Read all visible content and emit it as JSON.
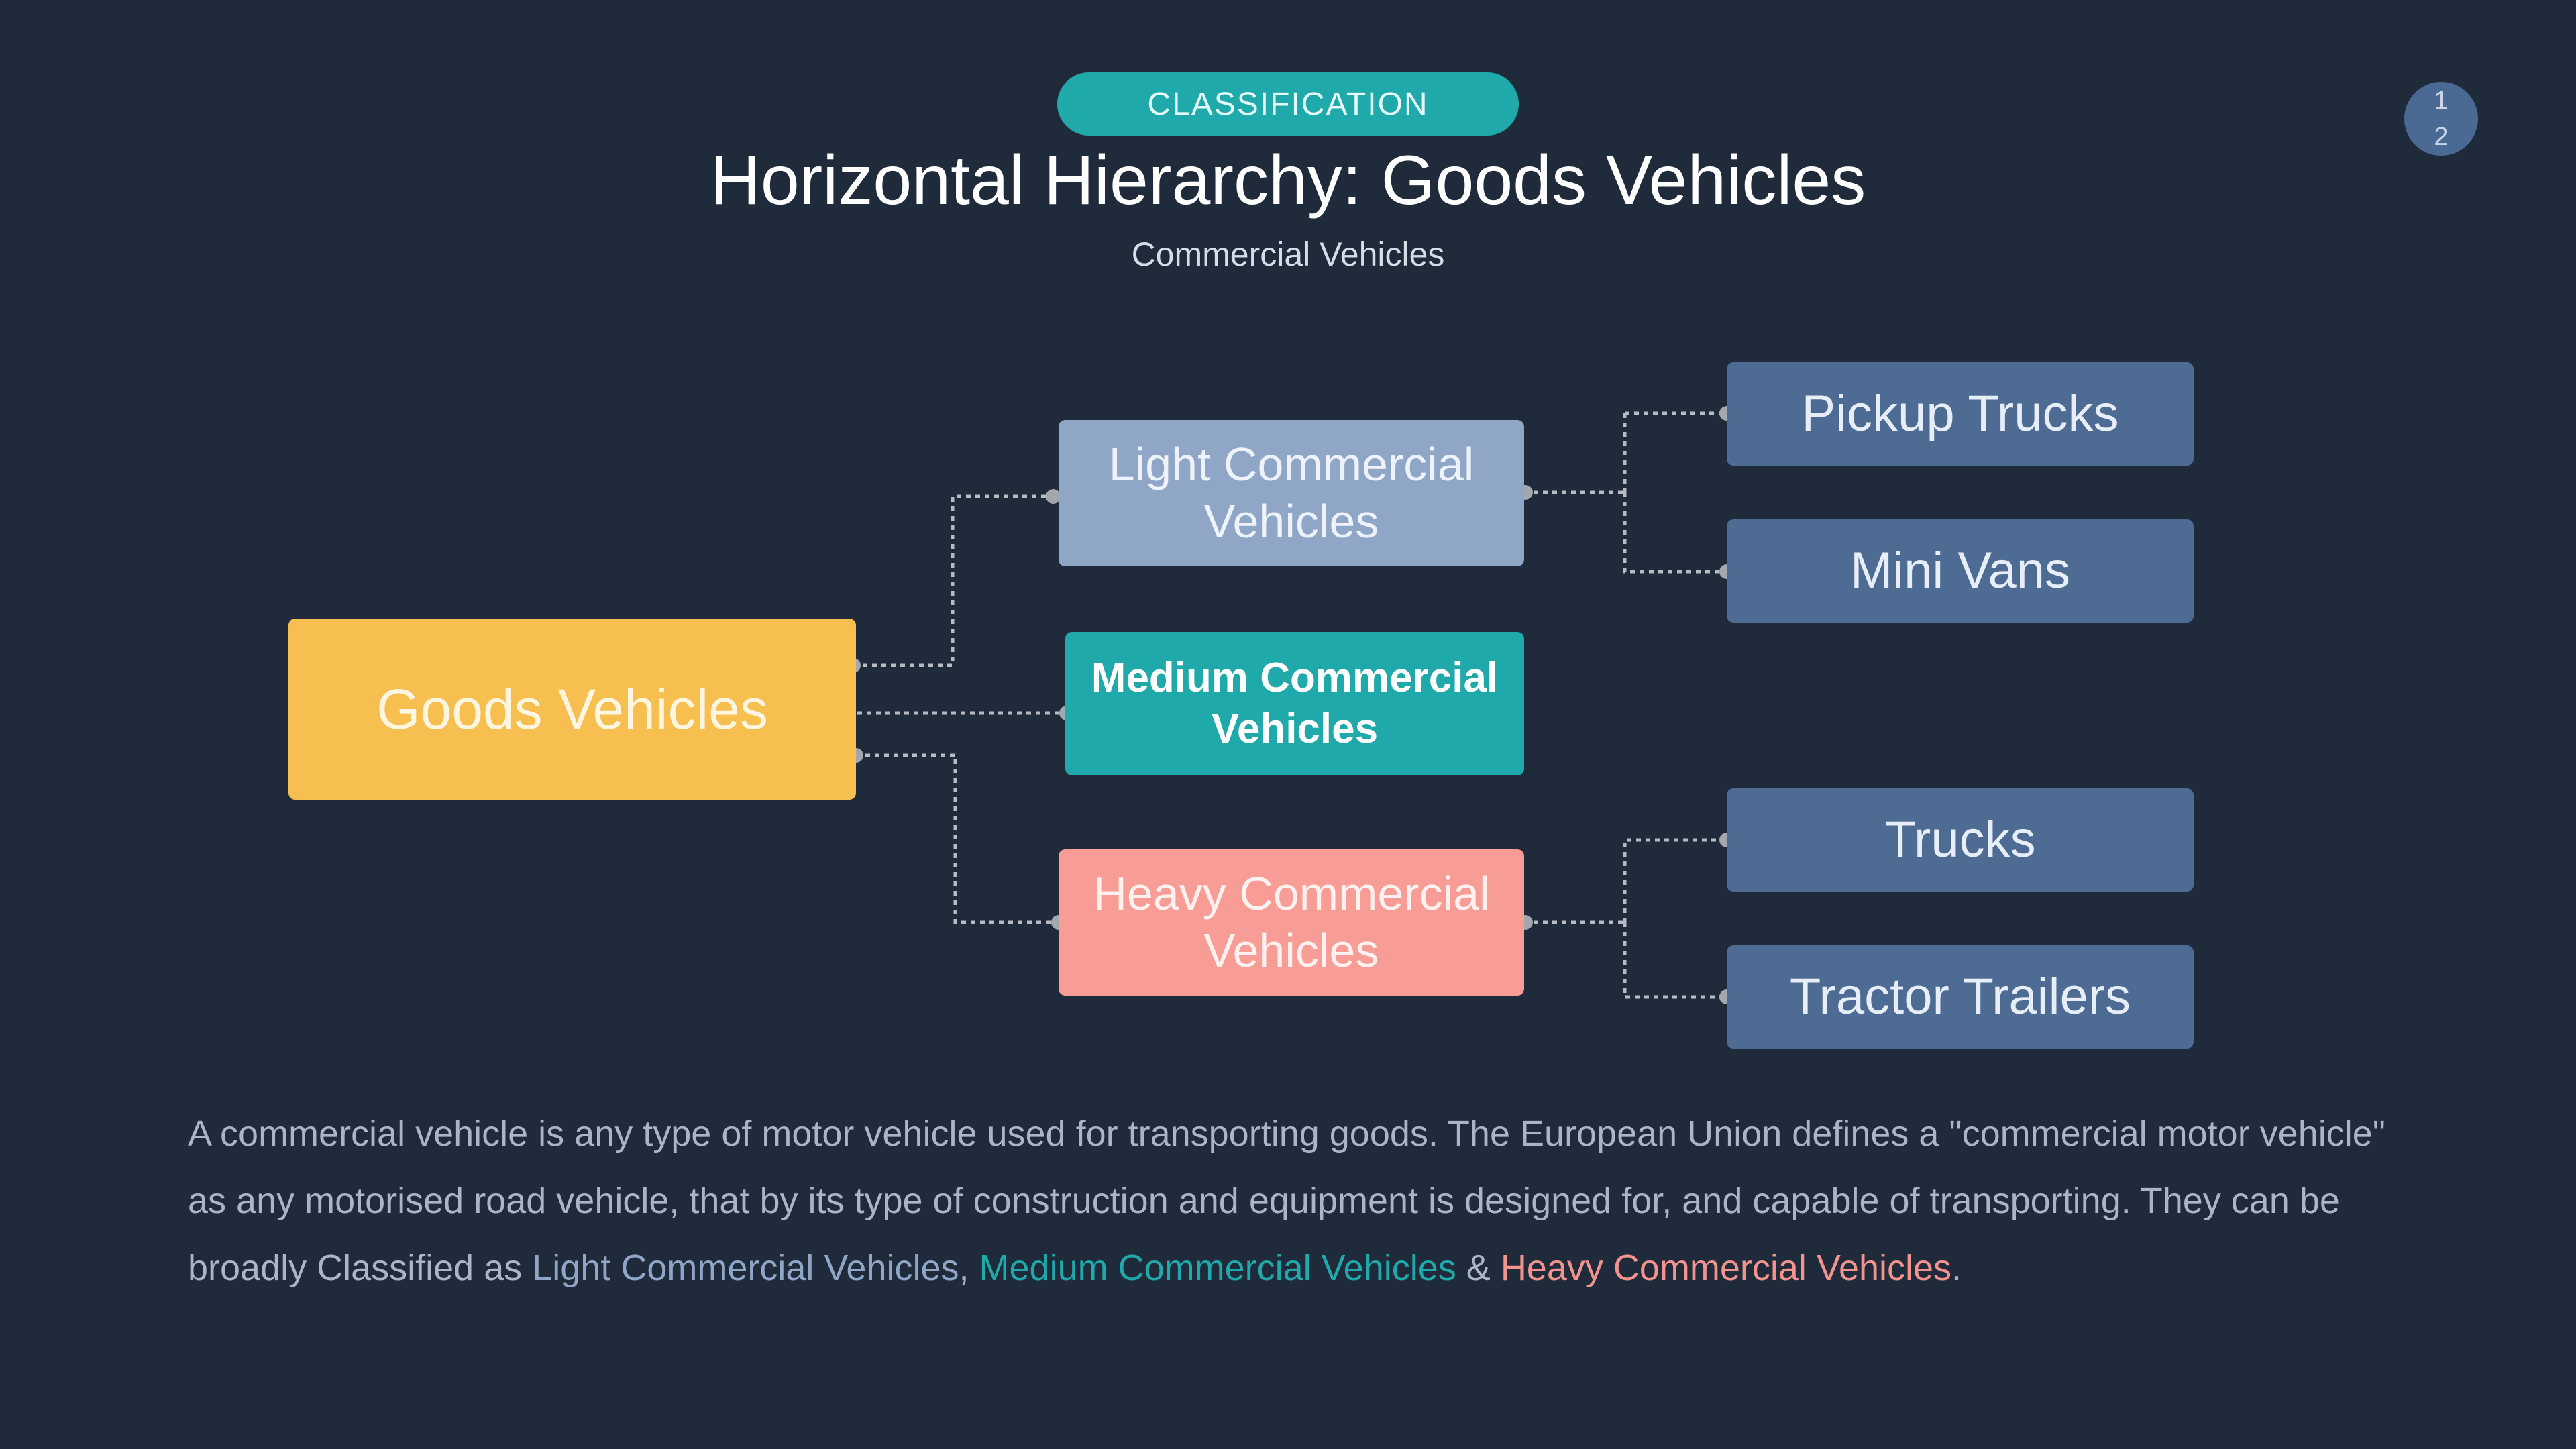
{
  "header": {
    "tag": "CLASSIFICATION",
    "title": "Horizontal Hierarchy: Goods Vehicles",
    "subtitle": "Commercial Vehicles"
  },
  "page_badge": {
    "line1": "1",
    "line2": "2"
  },
  "diagram": {
    "root": "Goods Vehicles",
    "branches": [
      {
        "label": "Light Commercial Vehicles",
        "children": [
          "Pickup Trucks",
          "Mini Vans"
        ]
      },
      {
        "label": "Medium Commercial Vehicles",
        "children": []
      },
      {
        "label": "Heavy Commercial Vehicles",
        "children": [
          "Trucks",
          "Tractor Trailers"
        ]
      }
    ]
  },
  "description": {
    "text": "A commercial vehicle is any type of motor vehicle used for transporting goods. The European Union defines a \"commercial motor vehicle\" as any motorised road vehicle, that by its type of construction and equipment is designed for, and capable of transporting. They can be broadly Classified as ",
    "highlight_light": "Light Commercial Vehicles",
    "sep1": ", ",
    "highlight_medium": "Medium Commercial Vehicles",
    "sep2": " & ",
    "highlight_heavy": "Heavy Commercial Vehicles",
    "end": "."
  },
  "colors": {
    "background": "#1f2a3b",
    "accent_teal": "#1fa9aa",
    "root_yellow": "#f6bf4f",
    "light_blue": "#8fa6c6",
    "heavy_coral": "#f89d96",
    "leaf_blue": "#4d6b93",
    "connector_grey": "#b8bcc2"
  }
}
